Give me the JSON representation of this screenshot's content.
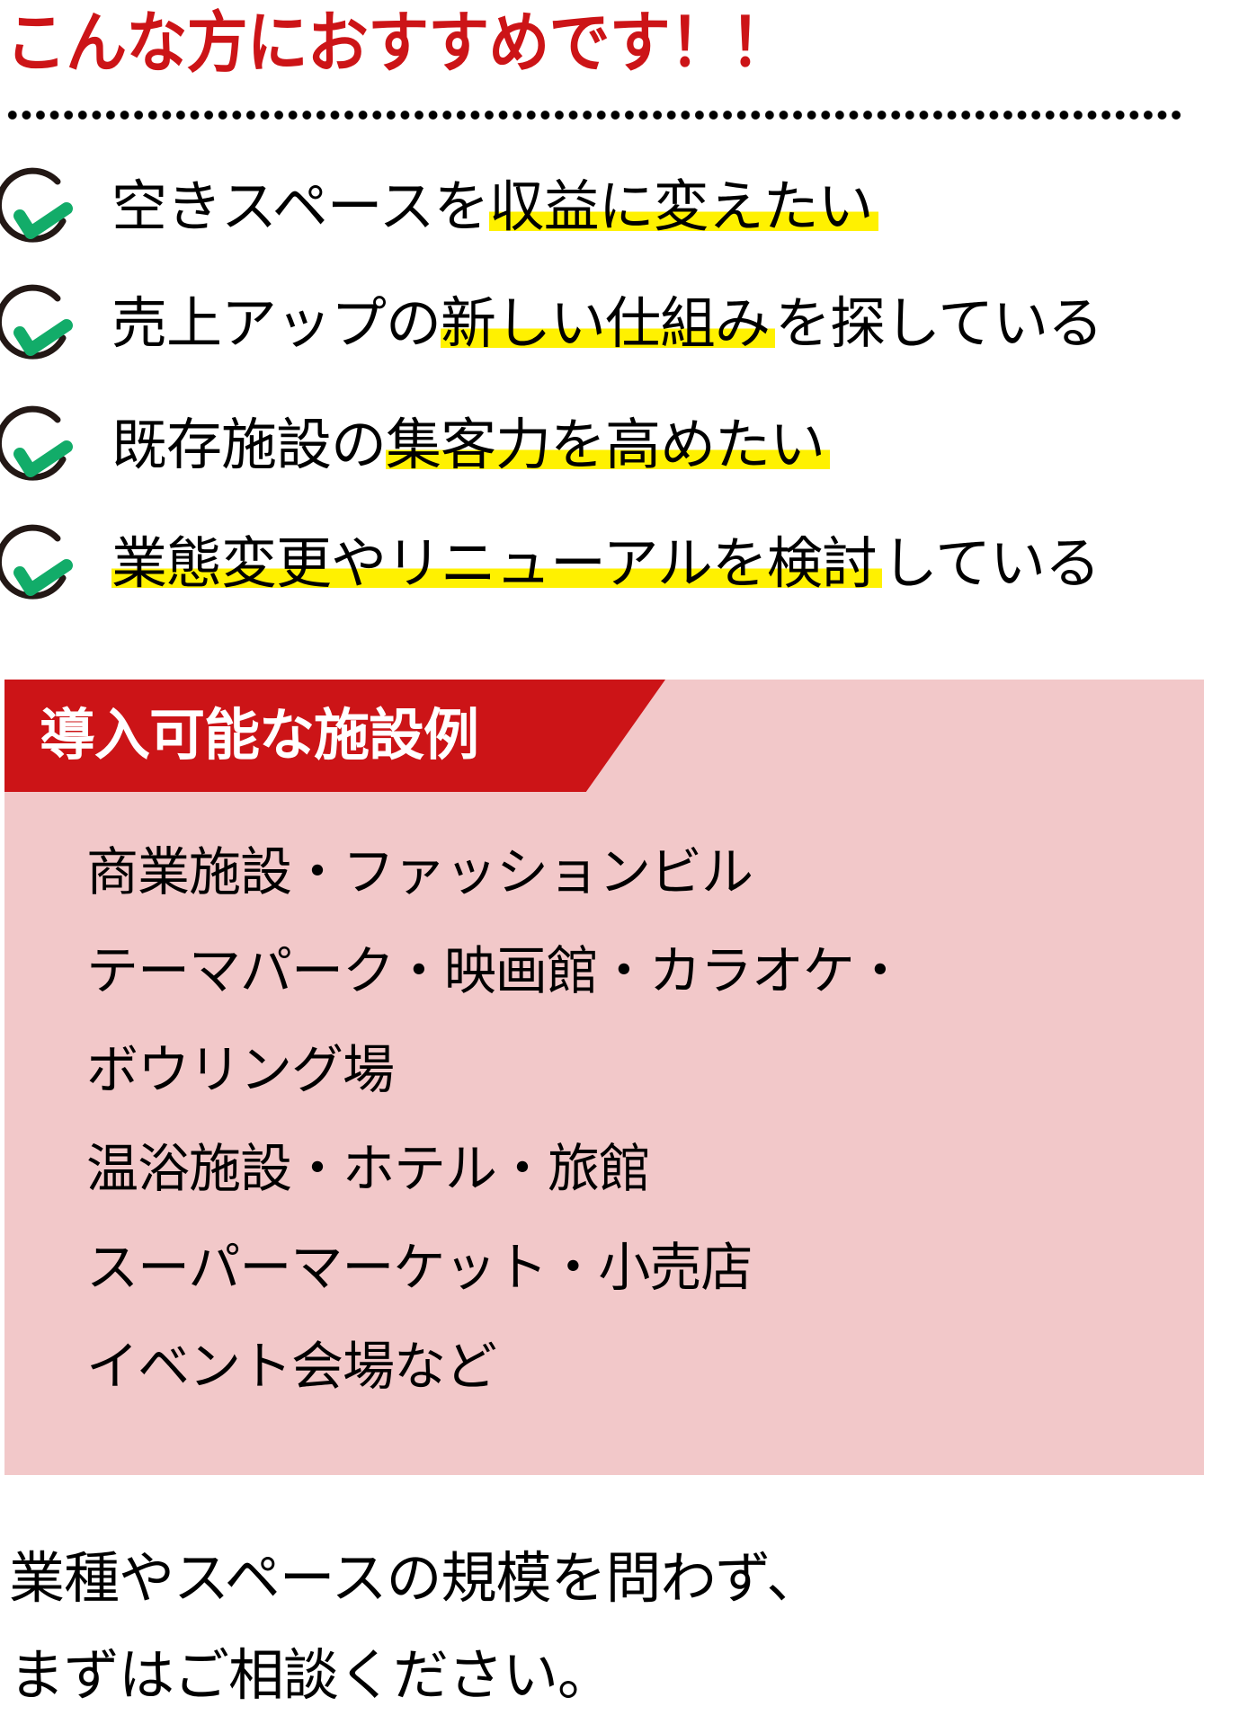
{
  "heading": {
    "title": "こんな方におすすめです！！",
    "color": "#cc1417"
  },
  "checklist": {
    "icon": "check-circle-icon",
    "icon_colors": {
      "ring": "#231815",
      "check": "#12ac69"
    },
    "highlight_color": "#fff100",
    "items": [
      {
        "before": "空きスペースを",
        "highlight": "収益に変えたい",
        "after": ""
      },
      {
        "before": "売上アップの",
        "highlight": "新しい仕組み",
        "after": "を探している"
      },
      {
        "before": "既存施設の",
        "highlight": "集客力を高めたい",
        "after": ""
      },
      {
        "before": "",
        "highlight": "業態変更やリニューアルを検討",
        "after": "している"
      }
    ]
  },
  "facilities": {
    "label": "導入可能な施設例",
    "label_bg": "#cc1417",
    "box_bg": "#f2c8c9",
    "lines": [
      "商業施設・ファッションビル",
      "テーマパーク・映画館・カラオケ・",
      "ボウリング場",
      "温浴施設・ホテル・旅館",
      "スーパーマーケット・小売店",
      "イベント会場など"
    ]
  },
  "footer": {
    "lines": [
      "業種やスペースの規模を問わず、",
      "まずはご相談ください。"
    ]
  }
}
